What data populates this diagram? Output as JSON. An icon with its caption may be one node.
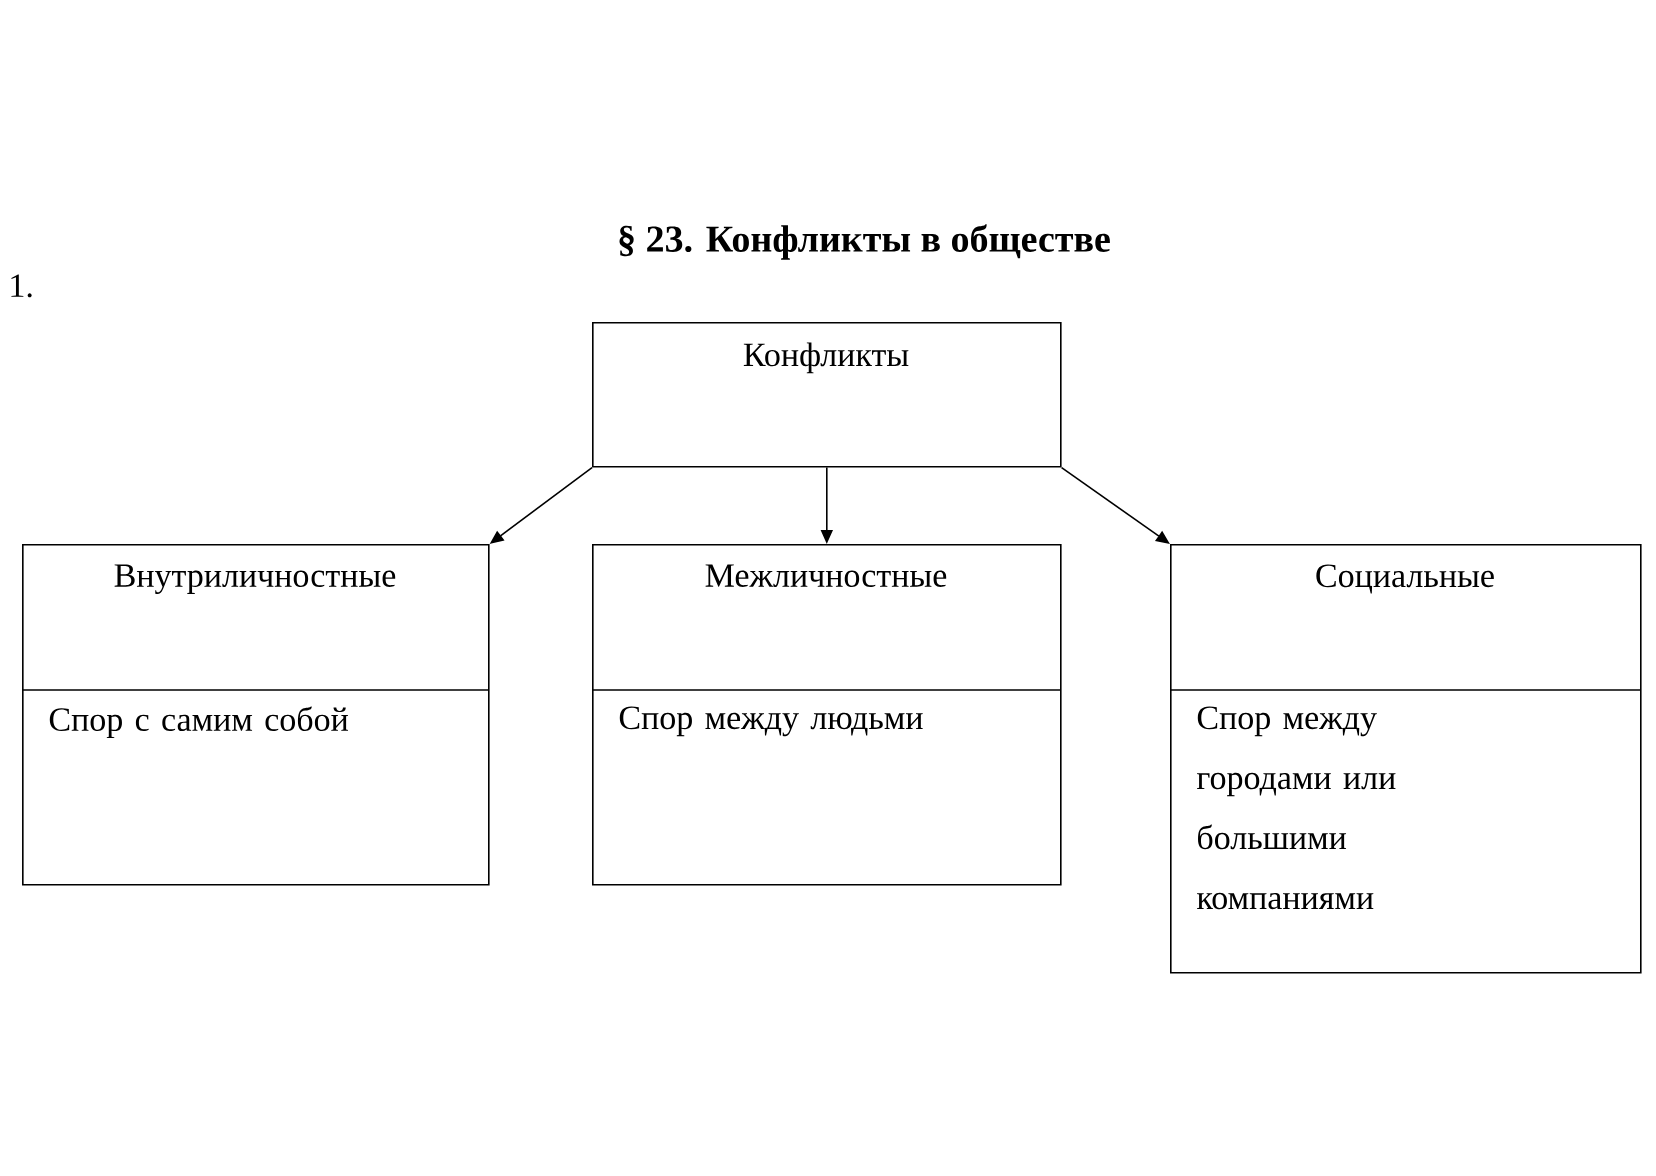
{
  "diagram": {
    "title": "§ 23. Конфликты в обществе",
    "nodes": [
      {
        "text": [
          "Конфликты"
        ]
      },
      {
        "text": [
          "Внутриличностные",
          "Спор с самим собой"
        ]
      },
      {
        "text": [
          "Межличностные",
          "Спор между людьми"
        ]
      },
      {
        "text": [
          "Социальные",
          "Спор между городами или большими компаниями"
        ]
      }
    ],
    "edges": [
      {
        "from": 0,
        "to": 1,
        "arrow": "to"
      },
      {
        "from": 0,
        "to": 2,
        "arrow": "to"
      },
      {
        "from": 0,
        "to": 3,
        "arrow": "to"
      }
    ],
    "labels": [
      "1."
    ]
  }
}
